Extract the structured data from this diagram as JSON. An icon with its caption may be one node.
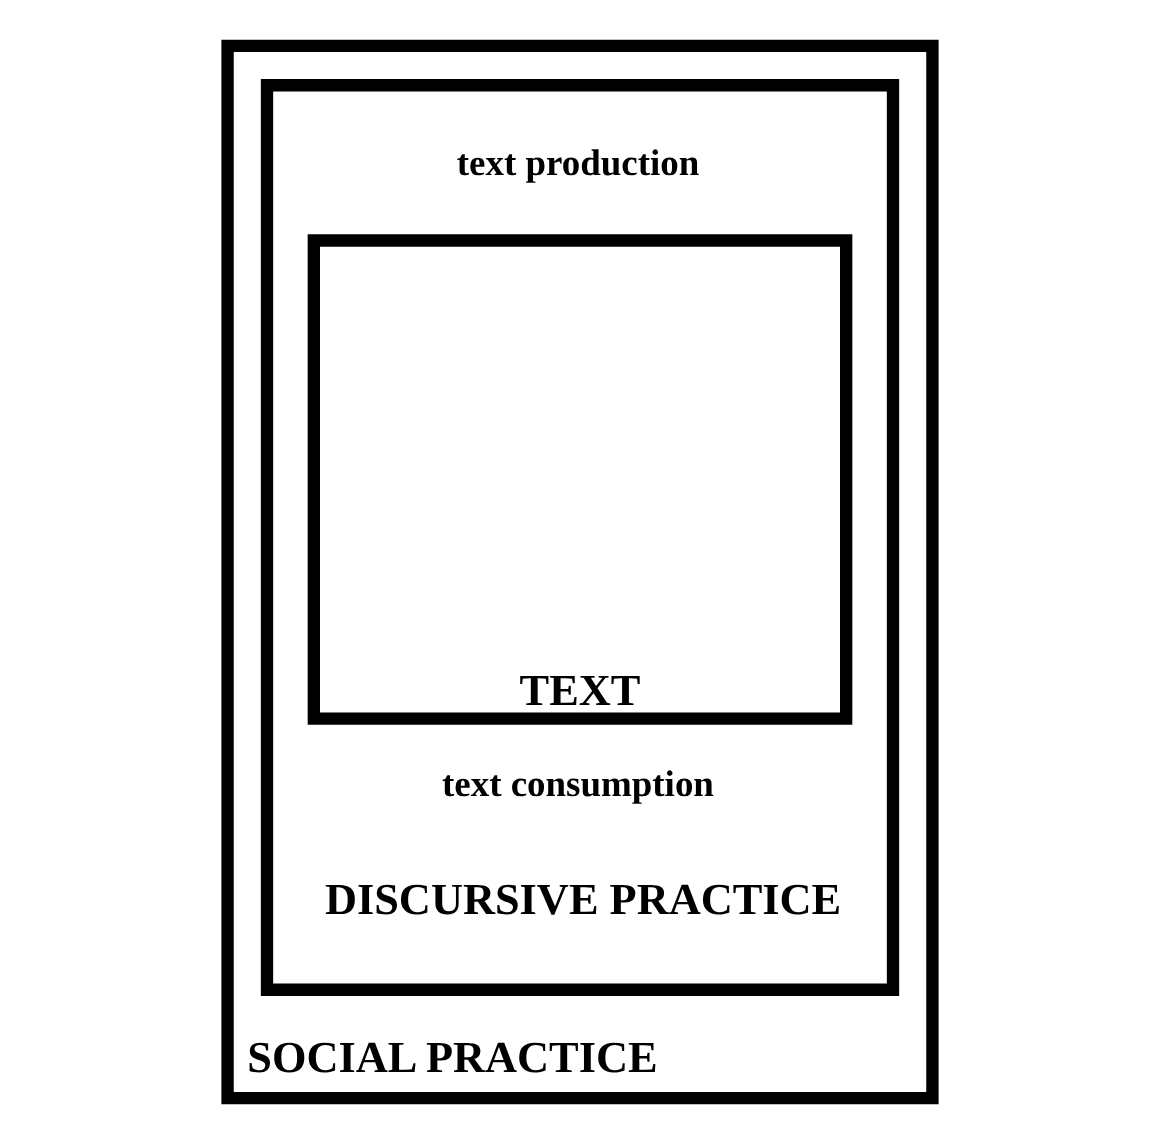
{
  "diagram": {
    "nodes": [
      {
        "text": [
          "SOCIAL PRACTICE"
        ]
      },
      {
        "text": [
          "text production",
          "text consumption",
          "DISCURSIVE PRACTICE"
        ],
        "in": 0
      },
      {
        "text": [
          "TEXT"
        ],
        "in": 1
      }
    ]
  }
}
